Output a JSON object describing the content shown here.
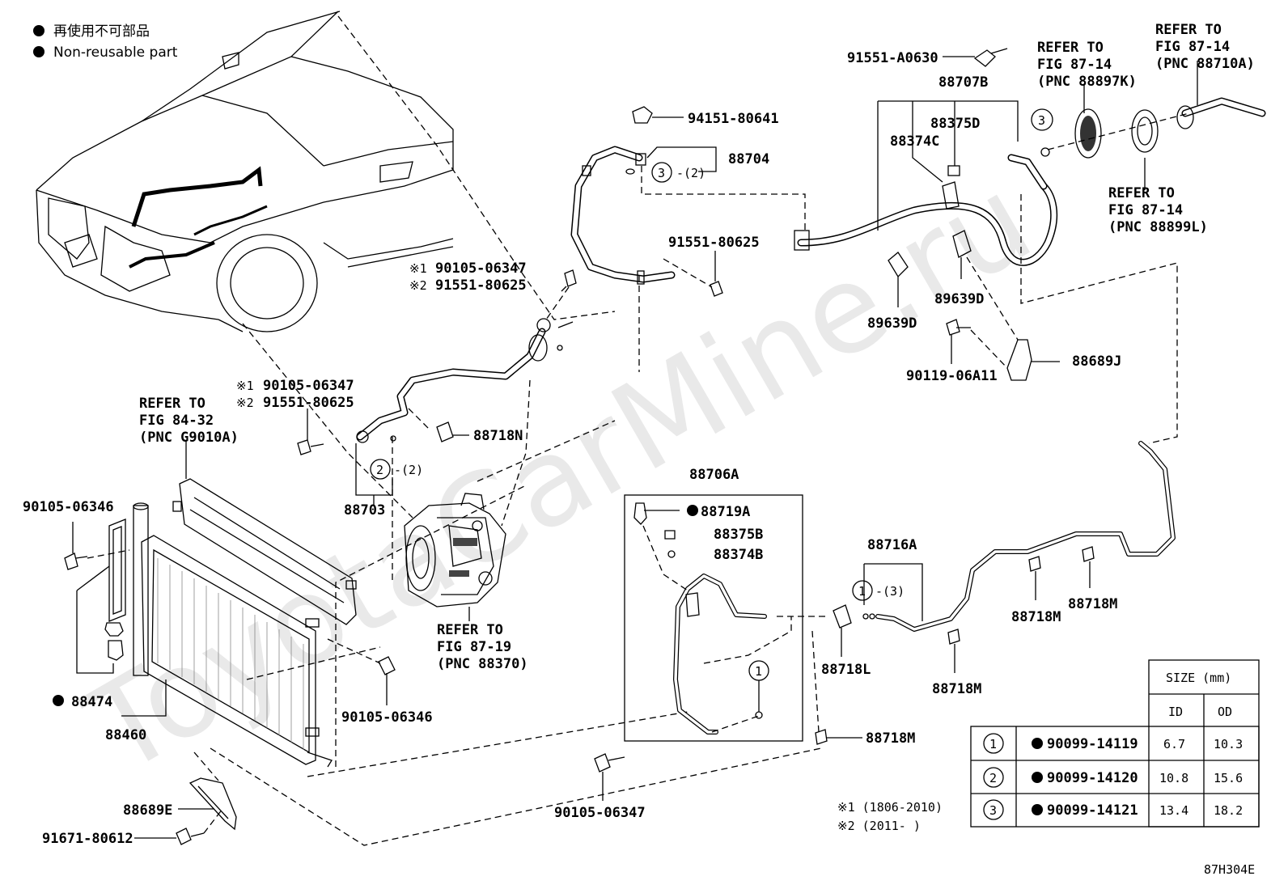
{
  "legend": {
    "jp": "再使用不可部品",
    "en": "Non-reusable part"
  },
  "watermark": "ToyotaCarMine.ru",
  "labels": {
    "p91551_a0630": "91551-A0630",
    "p88707b": "88707B",
    "p88375d": "88375D",
    "p88374c": "88374C",
    "p94151_80641": "94151-80641",
    "p88704": "88704",
    "qty2_top": "-(2)",
    "p91551_80625a": "91551-80625",
    "fast_top_1": "90105-06347",
    "fast_top_2": "91551-80625",
    "p89639d_a": "89639D",
    "p89639d_b": "89639D",
    "p90119_06a11": "90119-06A11",
    "p88689j": "88689J",
    "fast_mid_1": "90105-06347",
    "fast_mid_2": "91551-80625",
    "p88718n": "88718N",
    "p88703": "88703",
    "qty2_mid": "-(2)",
    "p90105_06346a": "90105-06346",
    "p90105_06346b": "90105-06346",
    "p88474": "88474",
    "p88460": "88460",
    "p88706a": "88706A",
    "p88719a": "88719A",
    "p88375b": "88375B",
    "p88374b": "88374B",
    "p88716a": "88716A",
    "qty3": "-(3)",
    "p88718l": "88718L",
    "p88718m_a": "88718M",
    "p88718m_b": "88718M",
    "p88718m_c": "88718M",
    "p88718m_d": "88718M",
    "p88689e": "88689E",
    "p91671_80612": "91671-80612",
    "p90105_06347c": "90105-06347",
    "note1": "※1 (1806-2010)",
    "note2": "※2 (2011-       )",
    "figcode": "87H304E",
    "mark1": "※1",
    "mark2": "※2"
  },
  "refers": {
    "r1": [
      "REFER TO",
      "FIG 87-14",
      "(PNC 88710A)"
    ],
    "r2": [
      "REFER TO",
      "FIG 87-14",
      "(PNC 88897K)"
    ],
    "r3": [
      "REFER TO",
      "FIG 87-14",
      "(PNC 88899L)"
    ],
    "r4": [
      "REFER TO",
      "FIG 84-32",
      "(PNC G9010A)"
    ],
    "r5": [
      "REFER TO",
      "FIG 87-19",
      "(PNC 88370)"
    ]
  },
  "circles": {
    "c1": "1",
    "c2": "2",
    "c3": "3"
  },
  "size_table": {
    "header": "SIZE (mm)",
    "columns": [
      "ID",
      "OD"
    ],
    "rows": [
      {
        "mark": "1",
        "part": "90099-14119",
        "id": "6.7",
        "od": "10.3"
      },
      {
        "mark": "2",
        "part": "90099-14120",
        "id": "10.8",
        "od": "15.6"
      },
      {
        "mark": "3",
        "part": "90099-14121",
        "id": "13.4",
        "od": "18.2"
      }
    ]
  }
}
